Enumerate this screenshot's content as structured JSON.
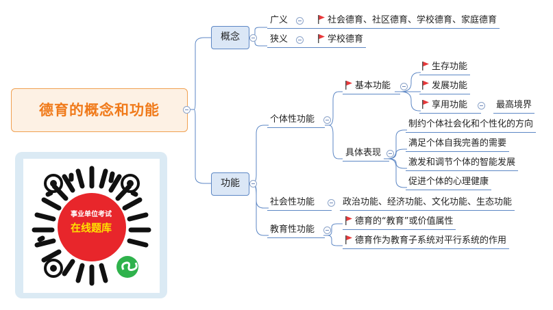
{
  "root": "德育的概念和功能",
  "branches": {
    "concept": {
      "label": "概念",
      "broad": {
        "label": "广义",
        "value": "社会德育、社区德育、学校德育、家庭德育"
      },
      "narrow": {
        "label": "狭义",
        "value": "学校德育"
      }
    },
    "function": {
      "label": "功能",
      "individual": {
        "label": "个体性功能",
        "basic": {
          "label": "基本功能",
          "items": [
            "生存功能",
            "发展功能",
            "享用功能"
          ],
          "enjoy_child": "最高境界"
        },
        "concrete": {
          "label": "具体表现",
          "items": [
            "制约个体社会化和个性化的方向",
            "满足个体自我完善的需要",
            "激发和调节个体的智能发展",
            "促进个体的心理健康"
          ]
        }
      },
      "social": {
        "label": "社会性功能",
        "value": "政治功能、经济功能、文化功能、生态功能"
      },
      "education": {
        "label": "教育性功能",
        "items": [
          "德育的“教育”或价值属性",
          "德育作为教育子系统对平行系统的作用"
        ]
      }
    }
  },
  "qr": {
    "line1": "事业单位考试",
    "line2": "在线题库"
  },
  "colors": {
    "accent": "#f07a1a",
    "line": "#5b86c4",
    "flag": "#e8393b",
    "qr_red": "#e8262b"
  }
}
